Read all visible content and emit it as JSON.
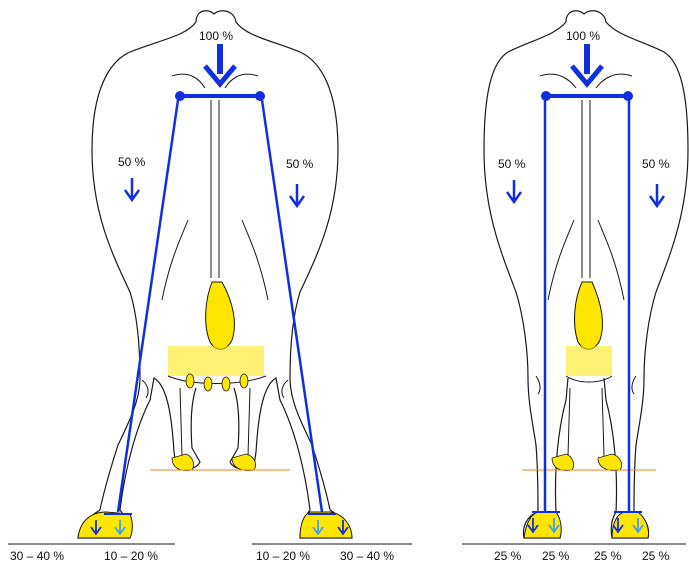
{
  "colors": {
    "outline": "#1a1a1a",
    "force": "#1030e0",
    "force_light": "#3aa0ff",
    "udder": "#ffe600",
    "udder_shade": "#f4d400",
    "ground_accent": "#f08020"
  },
  "left_diagram": {
    "top_load": "100 %",
    "side_left": "50 %",
    "side_right": "50 %",
    "ground_labels": [
      "30 – 40 %",
      "10 – 20 %",
      "10 – 20 %",
      "30 – 40 %"
    ]
  },
  "right_diagram": {
    "top_load": "100 %",
    "side_left": "50 %",
    "side_right": "50 %",
    "ground_labels": [
      "25 %",
      "25 %",
      "25 %",
      "25 %"
    ]
  }
}
